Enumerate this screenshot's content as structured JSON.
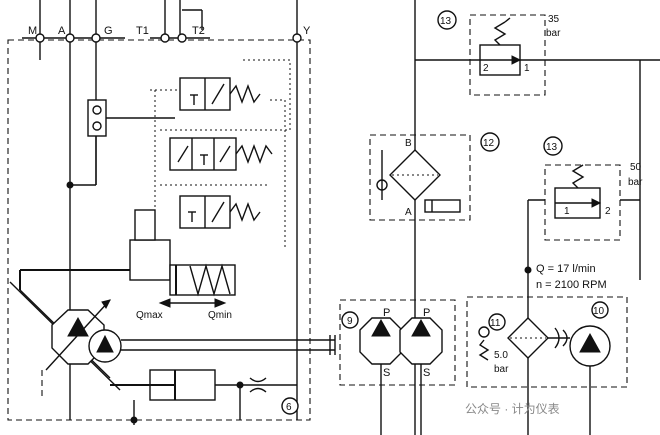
{
  "ports": {
    "m": "M",
    "a": "A",
    "g": "G",
    "t1": "T1",
    "t2": "T2",
    "y": "Y"
  },
  "callouts": {
    "c6": "6",
    "c9": "9",
    "c10": "10",
    "c11": "11",
    "c12": "12",
    "c13_top": "13",
    "c13_right": "13"
  },
  "valves": {
    "relief_top_pressure": "35",
    "relief_top_unit": "bar",
    "relief_right_pressure": "50",
    "relief_right_unit": "bar",
    "port_1": "1",
    "port_2": "2",
    "check_pressure": "5.0",
    "check_unit": "bar"
  },
  "filter": {
    "port_b": "B",
    "port_a": "A"
  },
  "pumps": {
    "p_label": "P",
    "s_label": "S"
  },
  "specs": {
    "flow": "Q  =  17 l/min",
    "speed": "n  =  2100 RPM"
  },
  "control": {
    "qmax": "Qmax",
    "qmin": "Qmin"
  },
  "watermark": "公众号 · 计为仪表"
}
